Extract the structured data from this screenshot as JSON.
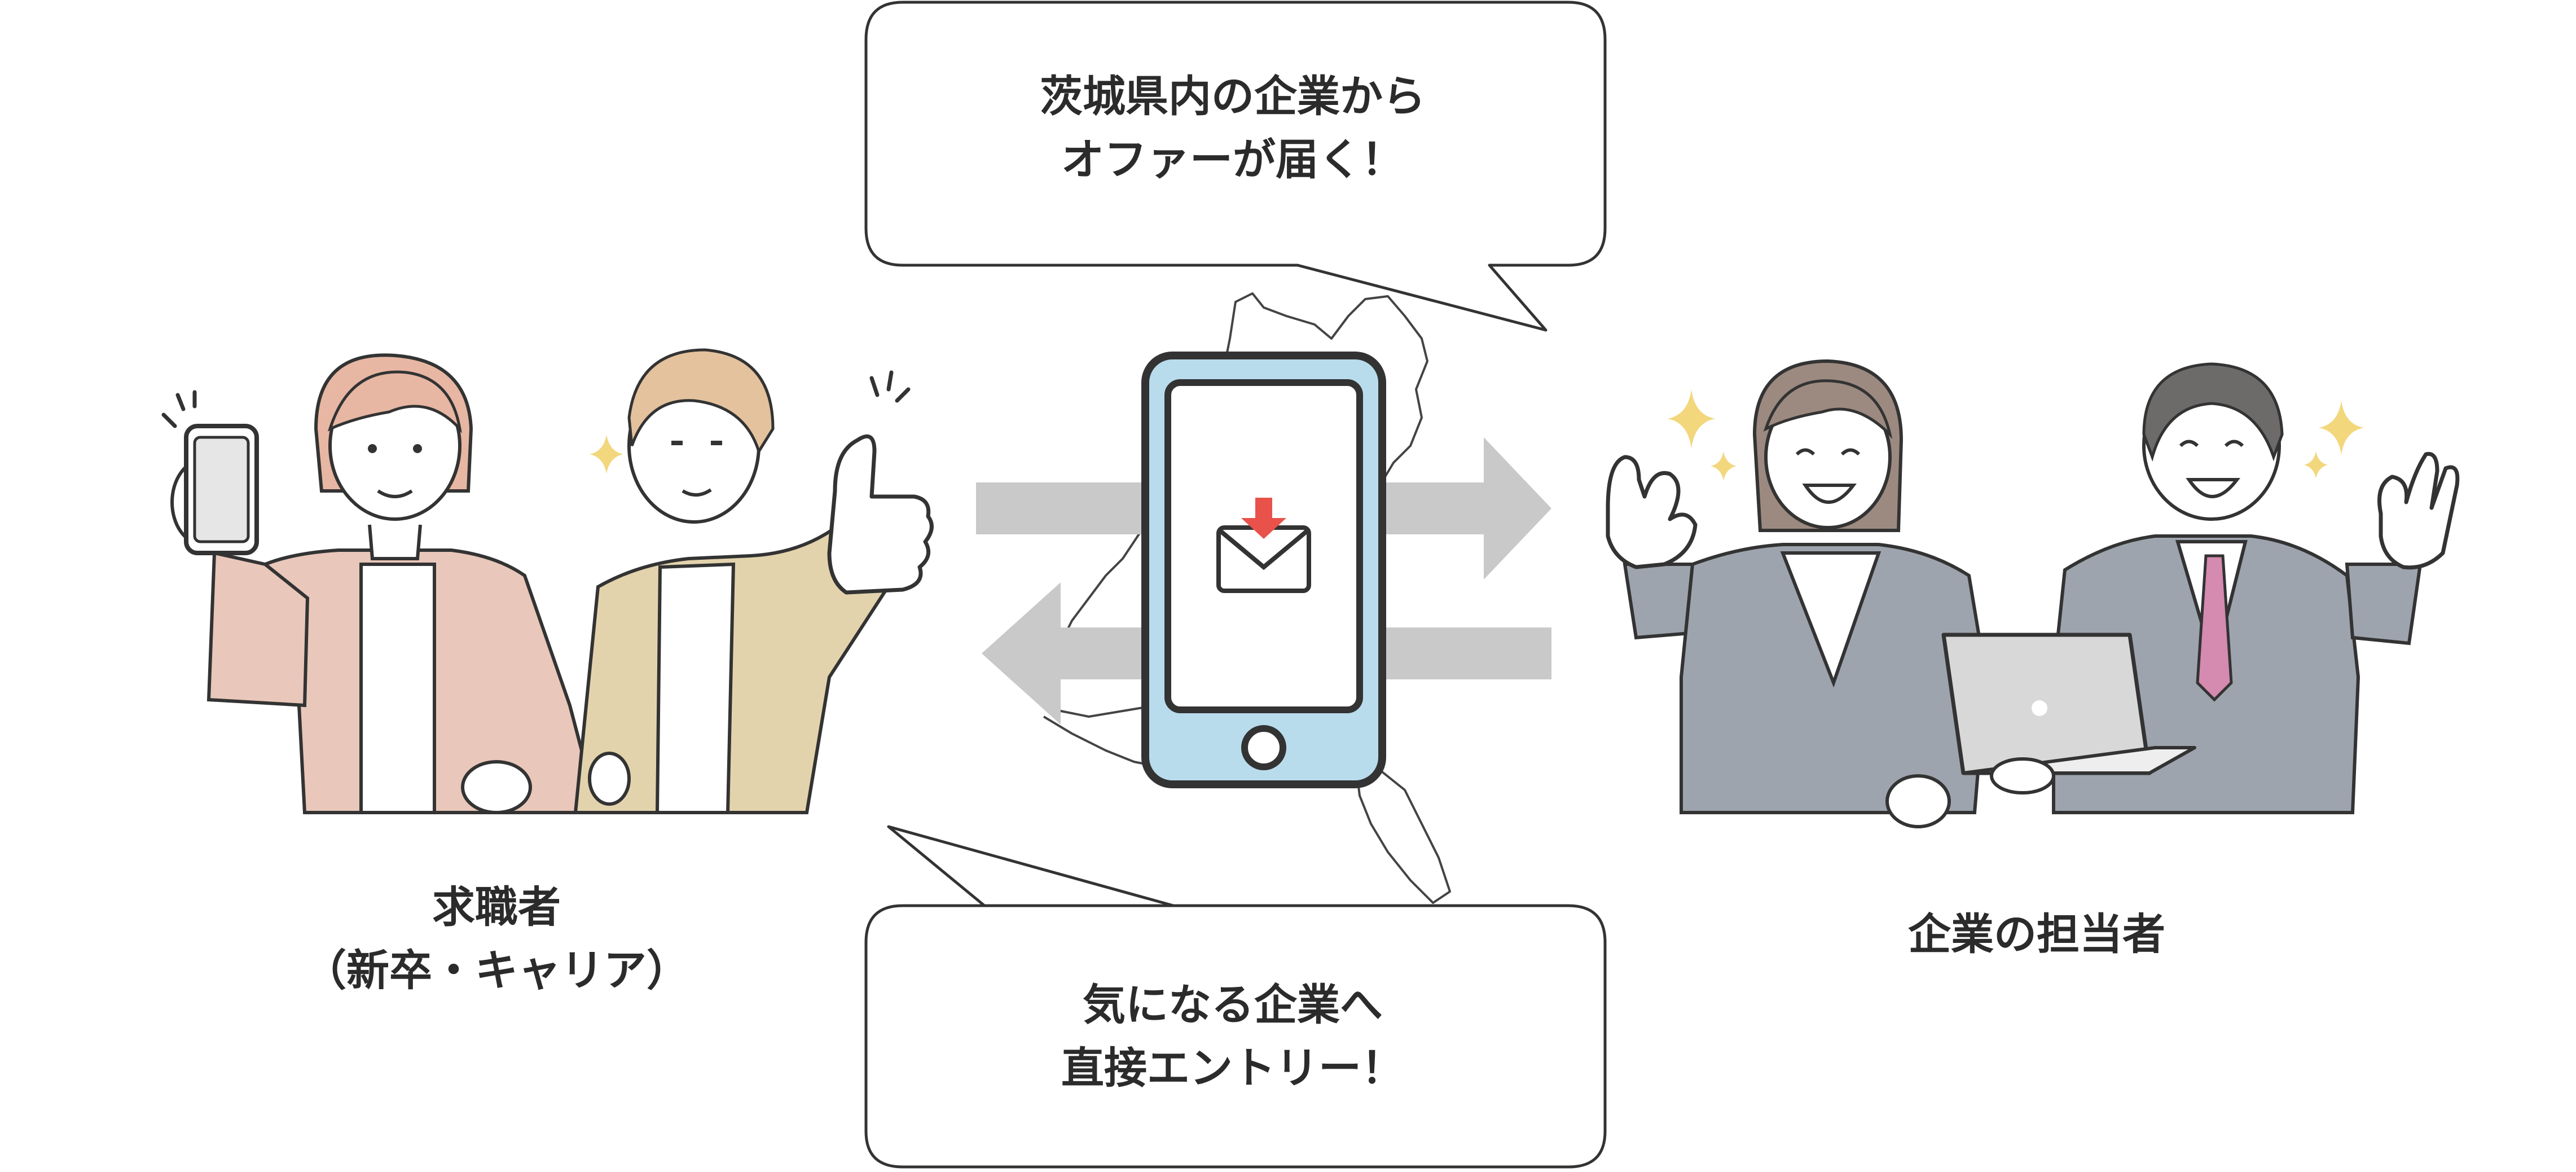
{
  "bubble_top": {
    "line1": "茨城県内の企業から",
    "line2": "オファーが届く！"
  },
  "bubble_bottom": {
    "line1": "気になる企業へ",
    "line2": "直接エントリー！"
  },
  "job_seeker": {
    "line1": "求職者",
    "line2": "（新卒・キャリア）"
  },
  "company": {
    "label": "企業の担当者"
  },
  "colors": {
    "arrow": "#c9c9c9",
    "phone_body": "#b9dcec",
    "outline": "#333333",
    "mail_arrow": "#e8524a",
    "skin": "#ffffff",
    "hair_pink": "#e7b7a3",
    "hair_tan": "#e3c29d",
    "jacket_pink": "#e9c7ba",
    "jacket_tan": "#e3d3ad",
    "suit_gray": "#9ea4ad",
    "hair_brown": "#9c8a80",
    "hair_dark": "#6d6a6a",
    "tie_pink": "#d58ab0",
    "sparkle": "#f2d77c"
  },
  "icons": [
    "smartphone-icon",
    "mail-download-icon",
    "sparkle-icon",
    "thumbs-up-icon",
    "ok-hand-icon",
    "laptop-icon",
    "ibaraki-map-outline"
  ]
}
